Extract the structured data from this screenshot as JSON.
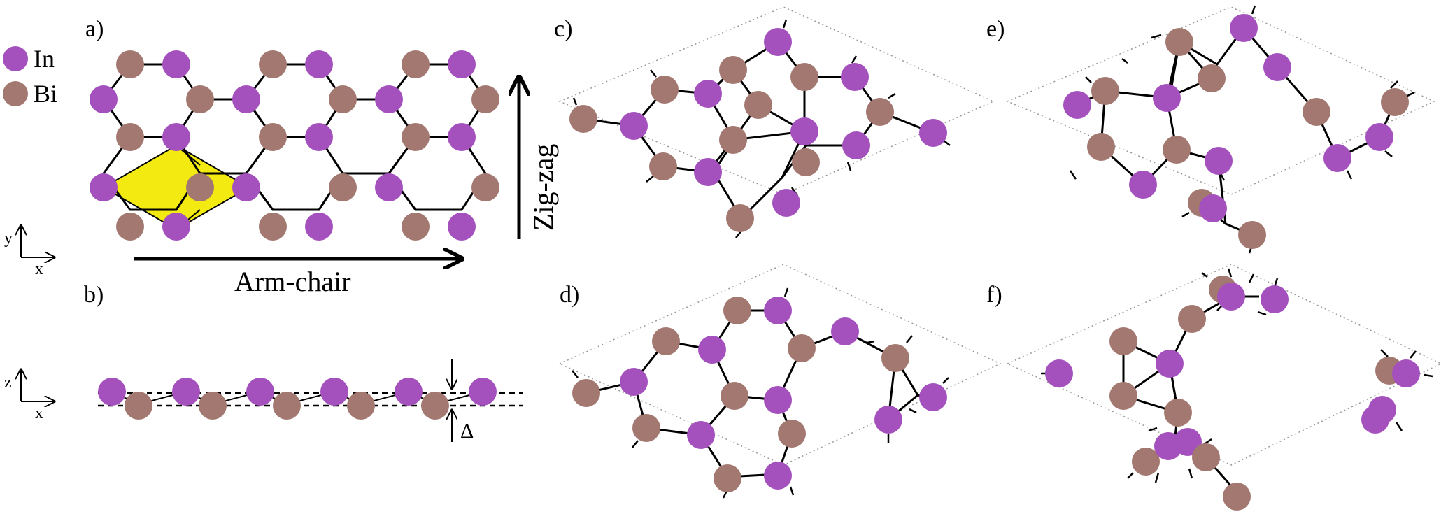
{
  "legend": {
    "in_label": "In",
    "bi_label": "Bi"
  },
  "colors": {
    "in": "#a451bd",
    "bi": "#a27870",
    "cell": "#f2ea10",
    "bond": "#000000"
  },
  "panels": {
    "a": "a)",
    "b": "b)",
    "c": "c)",
    "d": "d)",
    "e": "e)",
    "f": "f)"
  },
  "directions": {
    "zigzag": "Zig-zag",
    "armchair": "Arm-chair"
  },
  "axes": {
    "y": "y",
    "x": "x",
    "z": "z"
  },
  "buckling_label": "Δ"
}
